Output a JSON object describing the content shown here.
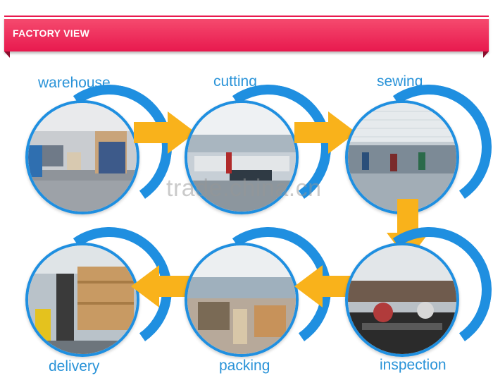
{
  "banner": {
    "title": "FACTORY VIEW"
  },
  "watermark": "trade.china.cn",
  "steps": [
    {
      "id": "warehouse",
      "label": "warehouse"
    },
    {
      "id": "cutting",
      "label": "cutting"
    },
    {
      "id": "sewing",
      "label": "sewing"
    },
    {
      "id": "inspection",
      "label": "inspection"
    },
    {
      "id": "packing",
      "label": "packing"
    },
    {
      "id": "delivery",
      "label": "delivery"
    }
  ],
  "colors": {
    "banner": "#e8194e",
    "ring": "#1f8fe0",
    "arrow": "#f9b21b",
    "label": "#2a93d8"
  }
}
